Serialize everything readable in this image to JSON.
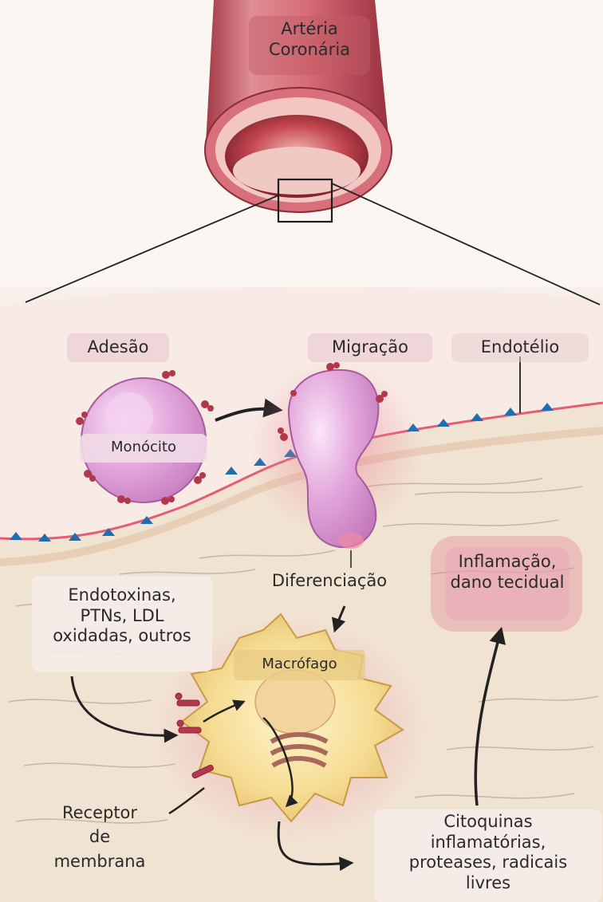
{
  "title": {
    "line1": "Artéria",
    "line2": "Coronária"
  },
  "labels": {
    "adhesion": "Adesão",
    "migration": "Migração",
    "endothelium": "Endotélio",
    "monocyte": "Monócito",
    "differentiation": "Diferenciação",
    "inflammation": {
      "line1": "Inflamação,",
      "line2": "dano tecidual"
    },
    "endotoxins": {
      "line1": "Endotoxinas,",
      "line2": "PTNs, LDL",
      "line3": "oxidadas, outros"
    },
    "macrophage": "Macrófago",
    "receptor": {
      "line1": "Receptor",
      "line2": "de",
      "line3": "membrana"
    },
    "cytokines": {
      "line1": "Citoquinas",
      "line2": "inflamatórias,",
      "line3": "proteases, radicais",
      "line4": "livres"
    }
  },
  "colors": {
    "artery": "#c9525e",
    "lumen": "#8f2231",
    "endothelium_marker": "#1e6fae",
    "tissue": "#f1e3d2",
    "monocyte": "#e7b7e1",
    "macrophage": "#f3dc91",
    "receptor": "#b3384b"
  }
}
